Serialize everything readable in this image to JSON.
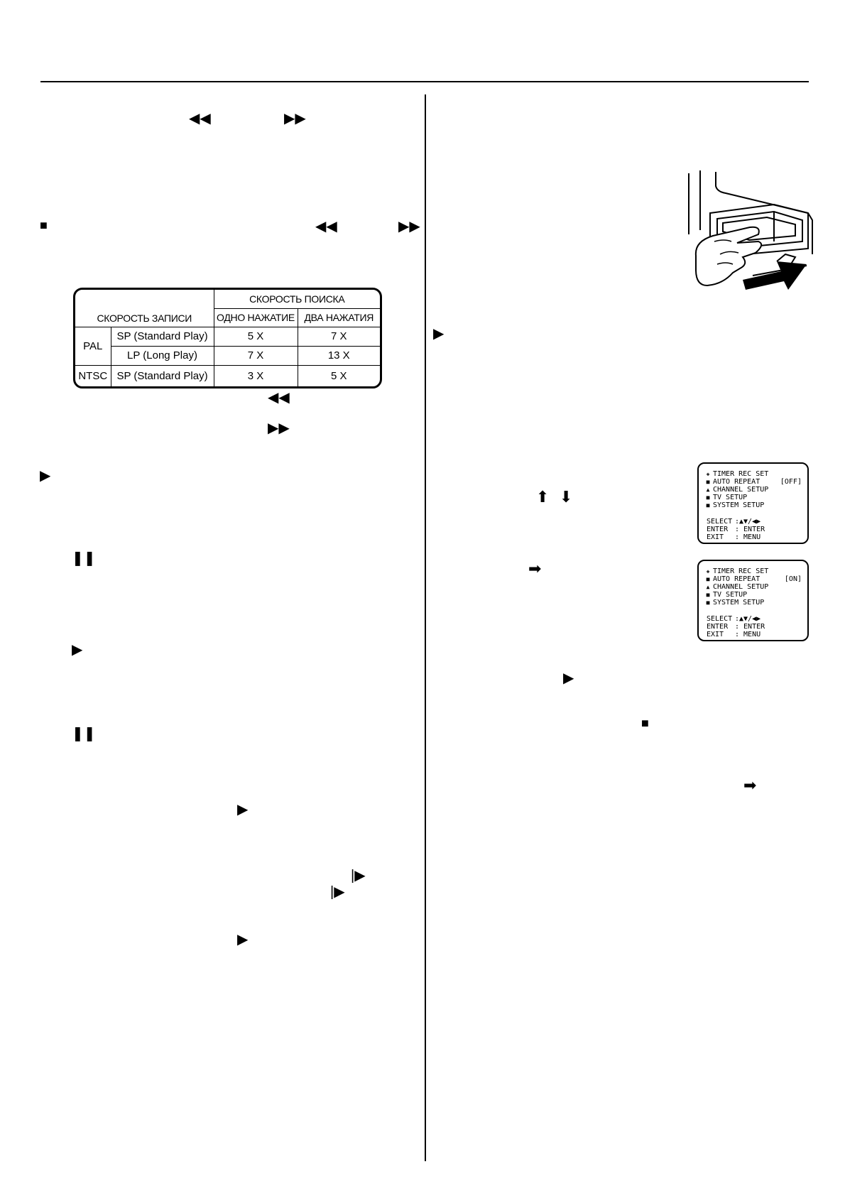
{
  "glyphs": {
    "rewind": "◀◀",
    "fast_forward": "▶▶",
    "stop": "■",
    "play": "▶",
    "pause": "❚❚",
    "slow": "|▶",
    "up": "⬆",
    "down": "⬇",
    "right": "➡"
  },
  "speed_table": {
    "header_group": "СКОРОСТЬ ПОИСКА",
    "header_mode": "СКОРОСТЬ ЗАПИСИ",
    "col_once": "ОДНО НАЖАТИЕ",
    "col_twice": "ДВА НАЖАТИЯ",
    "rows": [
      {
        "system": "PAL",
        "mode": "SP (Standard Play)",
        "once": "5 X",
        "twice": "7 X"
      },
      {
        "mode": "LP (Long Play)",
        "once": "7 X",
        "twice": "13 X"
      },
      {
        "system": "NTSC",
        "mode": "SP (Standard Play)",
        "once": "3 X",
        "twice": "5 X"
      }
    ]
  },
  "menu_off": {
    "items": [
      "TIMER REC SET",
      "AUTO REPEAT",
      "CHANNEL SETUP",
      "TV SETUP",
      "SYSTEM SETUP"
    ],
    "value": "[OFF]",
    "keys": [
      {
        "label": "SELECT",
        "value": ":▲▼/◀▶"
      },
      {
        "label": "ENTER",
        "value": ": ENTER"
      },
      {
        "label": "EXIT",
        "value": ": MENU"
      }
    ]
  },
  "menu_on": {
    "items": [
      "TIMER REC SET",
      "AUTO REPEAT",
      "CHANNEL SETUP",
      "TV SETUP",
      "SYSTEM SETUP"
    ],
    "value": "[ON]",
    "keys": [
      {
        "label": "SELECT",
        "value": ":▲▼/◀▶"
      },
      {
        "label": "ENTER",
        "value": ": ENTER"
      },
      {
        "label": "EXIT",
        "value": ": MENU"
      }
    ]
  }
}
